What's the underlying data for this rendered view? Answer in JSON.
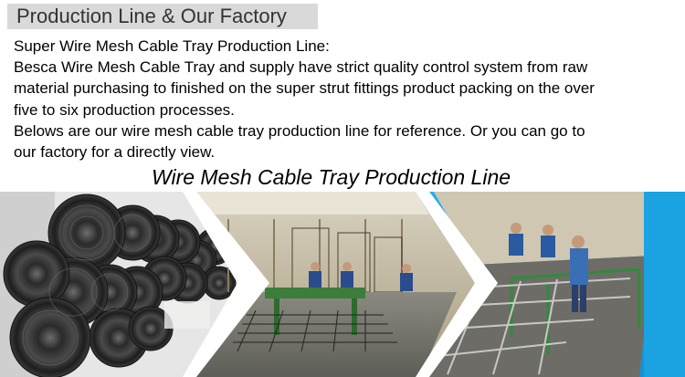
{
  "header": {
    "title": "Production Line & Our Factory"
  },
  "intro": {
    "lines": [
      "Super Wire Mesh Cable Tray Production Line:",
      "Besca Wire Mesh Cable Tray and supply have strict quality control system from raw",
      "material purchasing to finished on the super strut fittings product packing on the over",
      "five to six production processes.",
      "Belows are our wire mesh cable tray production line for reference. Or you can go to",
      "our factory for a directly view."
    ]
  },
  "banner": {
    "title": "Wire Mesh Cable Tray Production Line"
  },
  "colors": {
    "title_bar_bg": "#d9d9d9",
    "sky_blue": "#1aa3e0",
    "arrow_white": "#ffffff",
    "frame_green": "#2e8b3a"
  },
  "photos": [
    {
      "name": "steel-wire-coils-photo"
    },
    {
      "name": "mesh-welding-workshop-photo"
    },
    {
      "name": "tray-forming-line-photo"
    }
  ]
}
